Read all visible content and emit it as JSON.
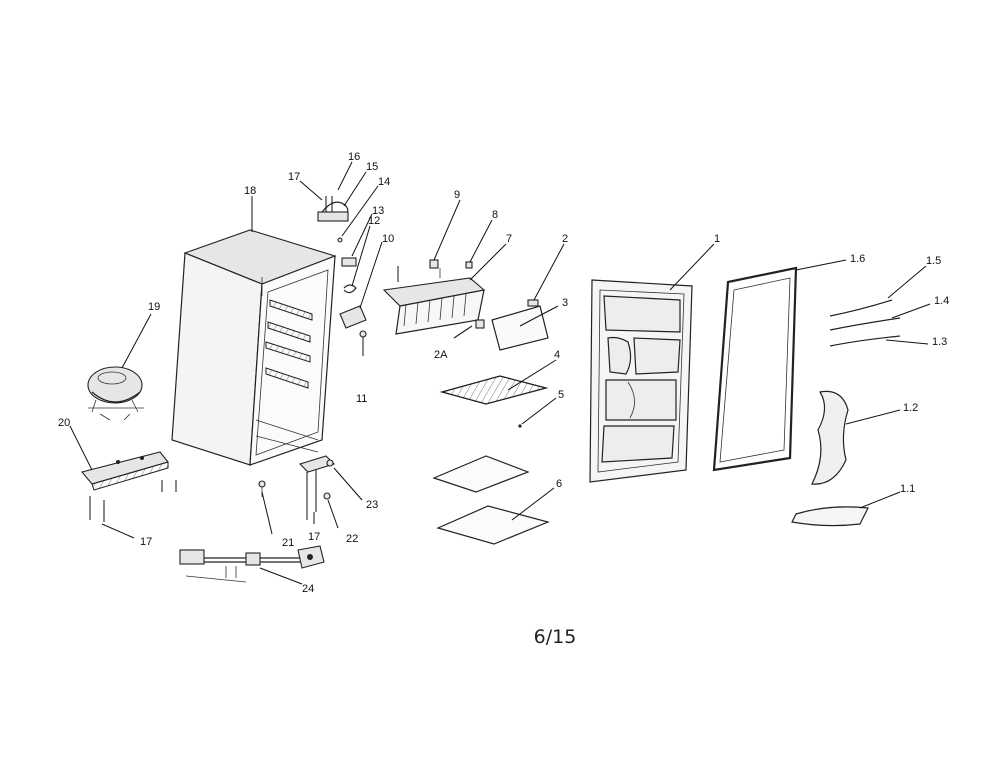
{
  "page_number": "6/15",
  "labels": {
    "l1": "1",
    "l1_1": "1.1",
    "l1_2": "1.2",
    "l1_3": "1.3",
    "l1_4": "1.4",
    "l1_5": "1.5",
    "l1_6": "1.6",
    "l2": "2",
    "l2a": "2A",
    "l3": "3",
    "l4": "4",
    "l5": "5",
    "l6": "6",
    "l7": "7",
    "l8": "8",
    "l9": "9",
    "l10": "10",
    "l11": "11",
    "l12": "12",
    "l13": "13",
    "l14": "14",
    "l15": "15",
    "l16": "16",
    "l17a": "17",
    "l17b": "17",
    "l17c": "17",
    "l18": "18",
    "l19": "19",
    "l20": "20",
    "l21": "21",
    "l22": "22",
    "l23": "23",
    "l24": "24"
  }
}
